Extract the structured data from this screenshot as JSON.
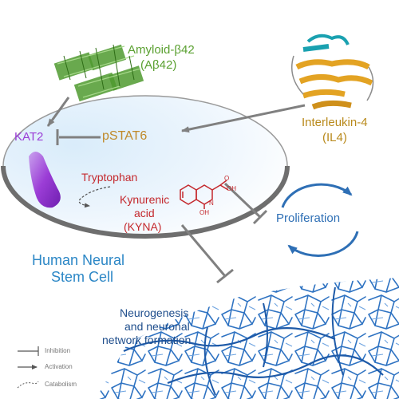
{
  "labels": {
    "amyloid_name": "Amyloid-β42",
    "amyloid_abbr": "(Aβ42)",
    "il4_name": "Interleukin-4",
    "il4_abbr": "(IL4)",
    "kat2": "KAT2",
    "pstat6": "pSTAT6",
    "tryptophan": "Tryptophan",
    "kyna_line1": "Kynurenic",
    "kyna_line2": "acid",
    "kyna_line3": "(KYNA)",
    "oh_label": "OH",
    "o_label": "O",
    "kyna_oh_label": "OH",
    "n_label": "N",
    "proliferation": "Proliferation",
    "cell_line1": "Human Neural",
    "cell_line2": "Stem Cell",
    "neuro_line1": "Neurogenesis",
    "neuro_line2": "and neuronal",
    "neuro_line3": "network formation"
  },
  "legend": {
    "inhibition": "Inhibition",
    "activation": "Activation",
    "catabolism": "Catabolism"
  },
  "colors": {
    "amyloid": "#5aa030",
    "il4": "#b98a1c",
    "kat2": "#9b3dd6",
    "pstat6": "#c08a2a",
    "kyna": "#c4282d",
    "cell_text": "#2c87c6",
    "neuro_text": "#1f4e8c",
    "arrow": "#808080"
  }
}
